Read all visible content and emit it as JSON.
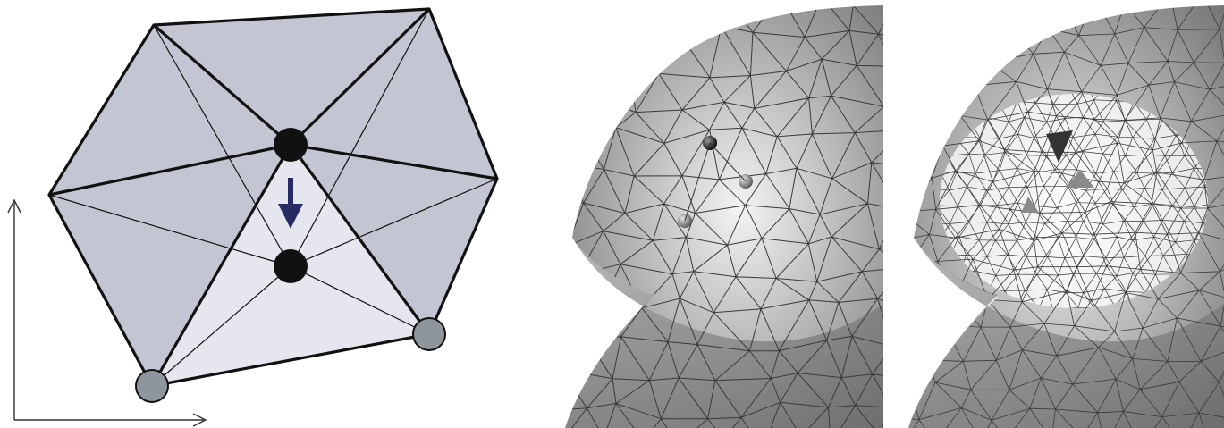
{
  "colors": {
    "outer_face": "#c3c6d2",
    "inner_face": "#e6e7ee",
    "edge": "#111111",
    "vertex_collapsing": "#111111",
    "vertex_boundary": "#8f969b",
    "arrow": "#262c63",
    "axis": "#333333",
    "mesh_light": "#f4f4f4",
    "mesh_shadow": "#6c6c6c",
    "mesh_lines": "#3a3a3a",
    "mesh_patch_highlight": "#ffffff",
    "marker_dark": "#333333",
    "marker_mid": "#8a8a8a"
  },
  "panels": [
    {
      "id": "edge-collapse-diagram",
      "elements": [
        "hexagonal-vertex-star",
        "collapsing-edge",
        "collapse-direction-arrow",
        "boundary-vertices",
        "coordinate-axes"
      ]
    },
    {
      "id": "coarse-mesh-rendering",
      "elements": [
        "shaded-surface",
        "triangle-wireframe",
        "vertex-markers"
      ]
    },
    {
      "id": "refined-mesh-rendering",
      "elements": [
        "shaded-surface",
        "refined-patch",
        "triangle-wireframe",
        "face-markers"
      ]
    }
  ],
  "icons": [
    "down-arrow-icon",
    "axis-arrowhead-icon"
  ]
}
